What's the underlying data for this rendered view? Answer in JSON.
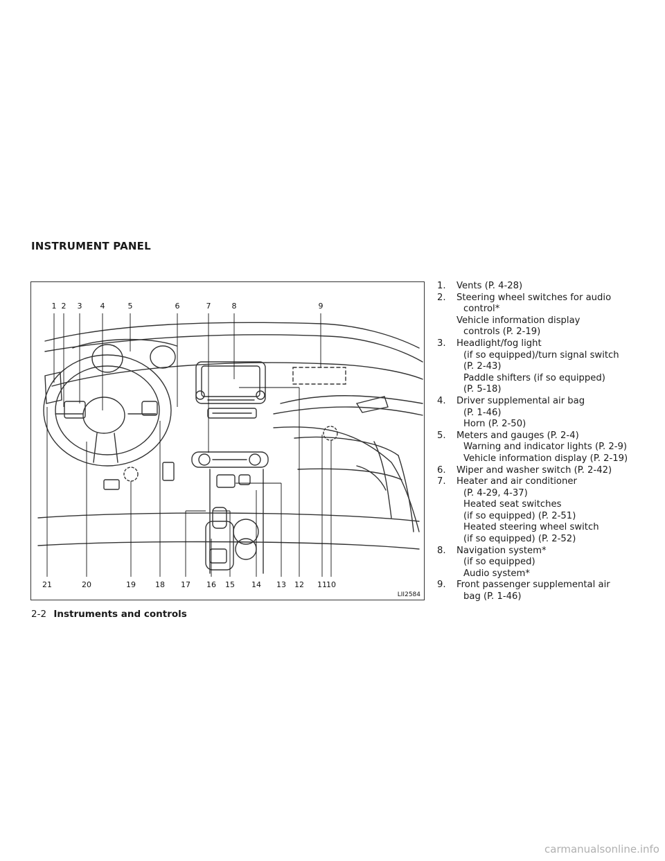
{
  "section": {
    "title": "INSTRUMENT PANEL"
  },
  "figure": {
    "code": "LII2584",
    "top_callouts": [
      "1",
      "2",
      "3",
      "4",
      "5",
      "6",
      "7",
      "8",
      "9"
    ],
    "bottom_callouts": [
      "21",
      "20",
      "19",
      "18",
      "17",
      "16",
      "15",
      "14",
      "13",
      "12",
      "11",
      "10"
    ]
  },
  "legend": [
    {
      "num": "1.",
      "lines": [
        "Vents (P. 4-28)"
      ]
    },
    {
      "num": "2.",
      "lines": [
        "Steering wheel switches for audio",
        "control*",
        "Vehicle information display",
        "controls (P. 2-19)"
      ]
    },
    {
      "num": "3.",
      "lines": [
        "Headlight/fog light",
        "(if so equipped)/turn signal switch",
        "(P. 2-43)",
        "Paddle shifters (if so equipped)",
        "(P. 5-18)"
      ]
    },
    {
      "num": "4.",
      "lines": [
        "Driver supplemental air bag",
        "(P. 1-46)",
        "Horn (P. 2-50)"
      ]
    },
    {
      "num": "5.",
      "lines": [
        "Meters and gauges (P. 2-4)",
        "Warning and indicator lights (P. 2-9)",
        "Vehicle information display (P. 2-19)"
      ]
    },
    {
      "num": "6.",
      "lines": [
        "Wiper and washer switch (P. 2-42)"
      ]
    },
    {
      "num": "7.",
      "lines": [
        "Heater and air conditioner",
        "(P. 4-29, 4-37)",
        "Heated seat switches",
        "(if so equipped) (P. 2-51)",
        "Heated steering wheel switch",
        "(if so equipped) (P. 2-52)"
      ]
    },
    {
      "num": "8.",
      "lines": [
        "Navigation system*",
        "(if so equipped)",
        "Audio system*"
      ]
    },
    {
      "num": "9.",
      "lines": [
        "Front passenger supplemental air",
        "bag (P. 1-46)"
      ]
    }
  ],
  "footer": {
    "page": "2-2",
    "chapter": "Instruments and controls"
  },
  "watermark": "carmanualsonline.info"
}
